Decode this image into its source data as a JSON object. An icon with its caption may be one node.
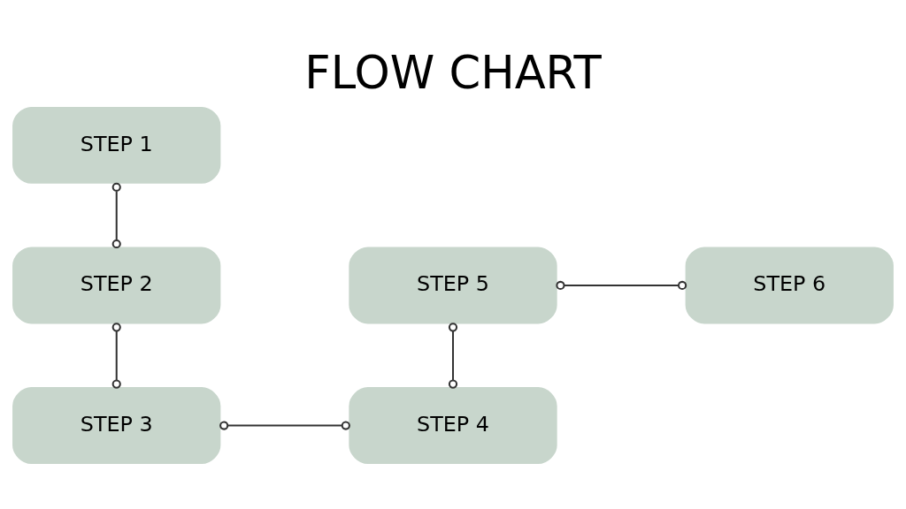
{
  "diagram": {
    "title": "FLOW CHART",
    "nodes": [
      {
        "text": [
          "STEP 1"
        ]
      },
      {
        "text": [
          "STEP 2"
        ]
      },
      {
        "text": [
          "STEP 3"
        ]
      },
      {
        "text": [
          "STEP 4"
        ]
      },
      {
        "text": [
          "STEP 5"
        ]
      },
      {
        "text": [
          "STEP 6"
        ]
      }
    ],
    "edges": [
      {
        "from": 0,
        "to": 1,
        "arrow": "other"
      },
      {
        "from": 1,
        "to": 2,
        "arrow": "other"
      },
      {
        "from": 2,
        "to": 3,
        "arrow": "other"
      },
      {
        "from": 3,
        "to": 4,
        "arrow": "other"
      },
      {
        "from": 4,
        "to": 5,
        "arrow": "other"
      }
    ]
  }
}
